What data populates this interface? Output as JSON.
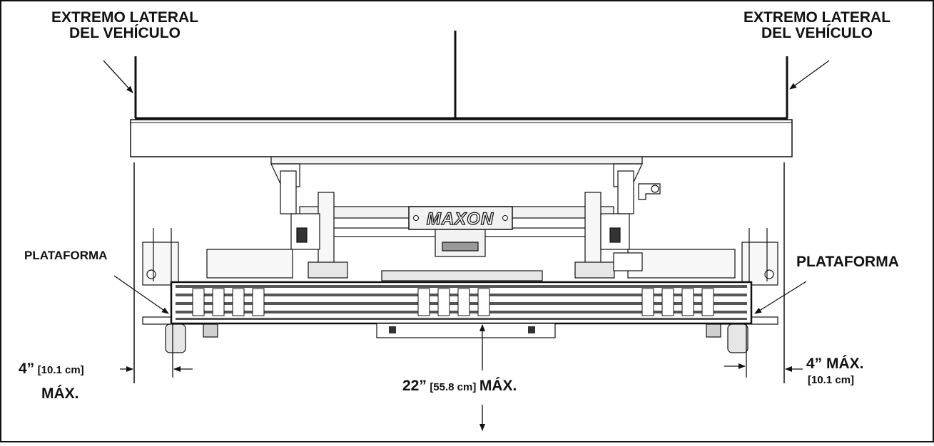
{
  "labels": {
    "vehicle_edge_left_line1": "EXTREMO LATERAL",
    "vehicle_edge_left_line2": "DEL VEHÍCULO",
    "vehicle_edge_right_line1": "EXTREMO LATERAL",
    "vehicle_edge_right_line2": "DEL VEHÍCULO",
    "platform_left": "PLATAFORMA",
    "platform_right": "PLATAFORMA",
    "brand_plate": "MAXON"
  },
  "dimensions": {
    "left_gap_inch": "4”",
    "left_gap_cm": "[10.1 cm]",
    "left_gap_max": "MÁX.",
    "right_gap_inch": "4” MÁX.",
    "right_gap_cm": "[10.1 cm]",
    "height_inch": "22”",
    "height_cm": "[55.8 cm]",
    "height_max": "MÁX."
  },
  "colors": {
    "ink": "#111111",
    "fill_light": "#f2f2f2",
    "fill_mid": "#bdbdbd",
    "fill_dark": "#555555"
  }
}
